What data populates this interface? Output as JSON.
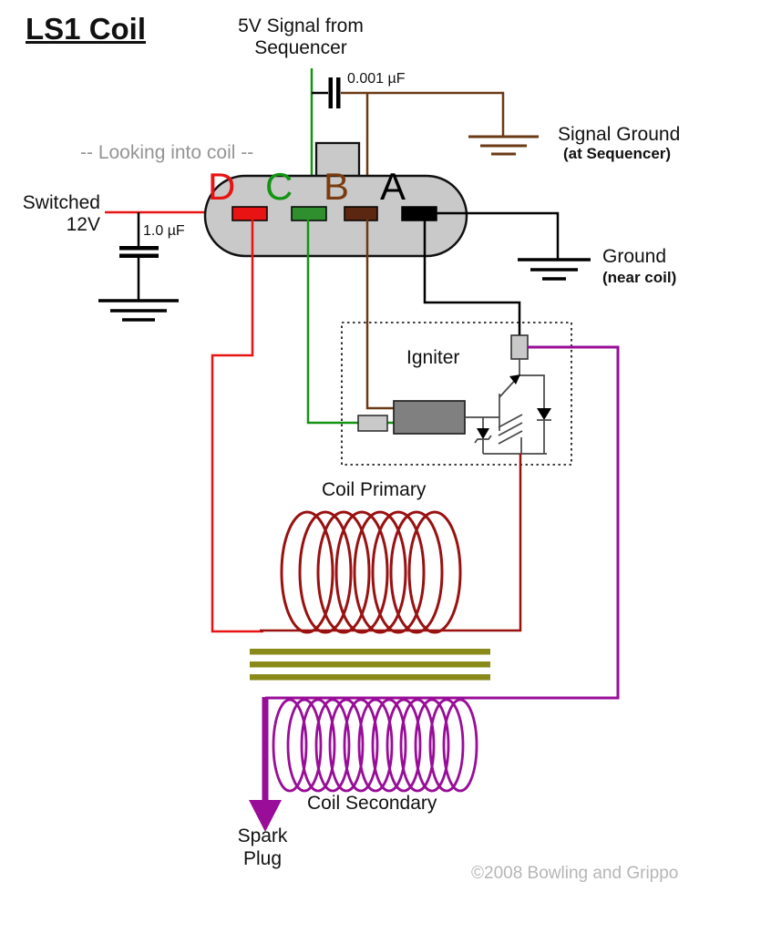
{
  "title": "LS1 Coil",
  "labels": {
    "signal_line1": "5V Signal from",
    "signal_line2": "Sequencer",
    "cap_small": "0.001 µF",
    "looking": "-- Looking into coil --",
    "signal_ground": "Signal Ground",
    "signal_ground_note": "(at Sequencer)",
    "switched_line1": "Switched",
    "switched_line2": "12V",
    "cap_large": "1.0 µF",
    "ground": "Ground",
    "ground_note": "(near coil)",
    "igniter": "Igniter",
    "coil_primary": "Coil Primary",
    "coil_secondary": "Coil Secondary",
    "spark_line1": "Spark",
    "spark_line2": "Plug",
    "copyright": "©2008 Bowling and Grippo"
  },
  "pins": [
    {
      "label": "D",
      "color": "#e81313"
    },
    {
      "label": "C",
      "color": "#149414"
    },
    {
      "label": "B",
      "color": "#7a3b10"
    },
    {
      "label": "A",
      "color": "#000000"
    }
  ],
  "colors": {
    "wire_red": "#e81313",
    "wire_darkred": "#991111",
    "wire_green": "#149414",
    "wire_brown": "#6b3a16",
    "wire_purple": "#990d99",
    "core_olive": "#8a8a1a",
    "connector_fill": "#c9c9c9",
    "box_gray": "#808080",
    "small_rect_fill": "#c9c9c9",
    "letter_d": "#e81313",
    "letter_c": "#149414",
    "letter_b": "#7a3b10",
    "letter_a": "#000000",
    "pin_d_fill": "#e81313",
    "pin_c_fill": "#2f8f2f",
    "pin_b_fill": "#5c2710",
    "pin_a_fill": "#000000",
    "muted_text": "#949494",
    "copyright_text": "#b6b6b6",
    "circuit_stroke": "#474747"
  }
}
